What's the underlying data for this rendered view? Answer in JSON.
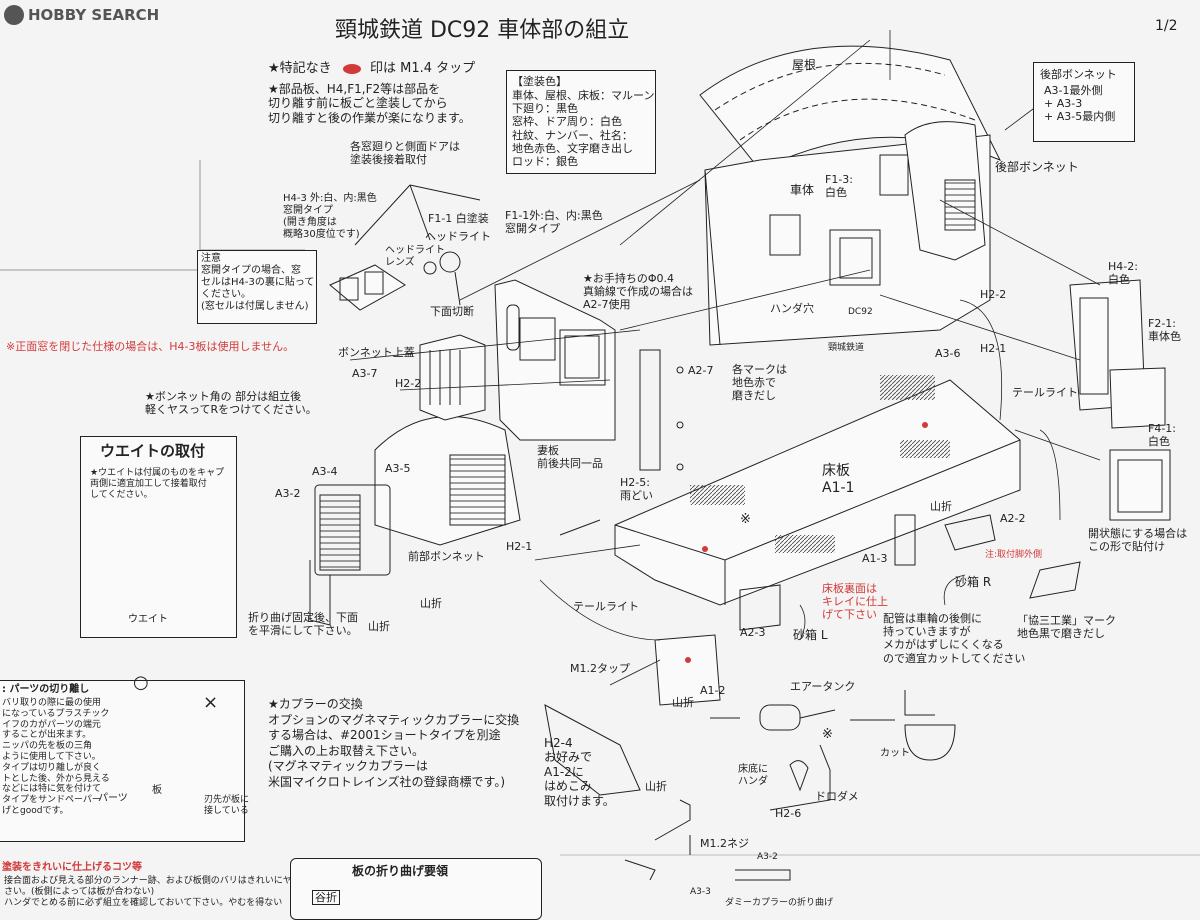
{
  "header": {
    "logo_text": "HOBBY SEARCH",
    "title": "頸城鉄道 DC92 車体部の組立",
    "page_number": "1/2"
  },
  "notes": {
    "tap_note_pre": "★特記なき",
    "tap_note_post": "印は M1.4 タップ",
    "paint_note": "★部品板、H4,F1,F2等は部品を\n切り離す前に板ごと塗装してから\n切り離すと後の作業が楽になります。",
    "front_window_note": "※正面窓を閉じた仕様の場合は、H4-3板は使用しません。",
    "warn_note": "注意\n窓開タイプの場合、窓\nセルはH4-3の裏に貼って\nください。\n(窓セルは付属しません)",
    "window_door_note": "各窓廻りと側面ドアは\n塗装後接着取付",
    "bonnet_corner_note": "★ボンネット角の          部分は組立後\n軽くヤスってRをつけてください。",
    "floor_underside_note": "床板裏面は\nキレイに仕上\nげて下さい",
    "attach_outer_note": "注:取付脚外側",
    "piping_note": "配管は車輪の後側に\n持っていきますが\nメカがはずしにくくなる\nので適宜カットしてください",
    "open_state_note": "開状態にする場合は\nこの形で貼付け",
    "kyozo_note": "「協三工業」マーク\n地色黒で磨きだし",
    "marks_note": "各マークは\n地色赤で\n磨きだし",
    "wire_note": "★お手持ちのΦ0.4\n真鍮線で作成の場合は\nA2-7使用",
    "bend_note": "折り曲げ固定後、下面\nを平滑にして下さい。",
    "h2_4_note": "H2-4\nお好みで\nA1-2に\nはめこみ\n取付けます。",
    "coupler_note": "★カプラーの交換\nオプションのマグネマティックカプラーに交換\nする場合は、#2001ショートタイプを別途\nご購入の上お取替え下さい。\n(マグネマティックカプラーは\n米国マイクロトレインズ社の登録商標です。)"
  },
  "paint_colors": {
    "heading": "【塗装色】",
    "lines": "車体、屋根、床板：マルーン\n下廻り：黒色\n窓枠、ドア周り：白色\n社紋、ナンバー、社名：\n地色赤色、文字磨き出し\nロッド：銀色"
  },
  "rear_bonnet_box": {
    "title": "後部ボンネット",
    "lines": "A3-1最外側\n+ A3-3\n+ A3-5最内側"
  },
  "weight_box": {
    "title": "ウエイトの取付",
    "note": "★ウエイトは付属のものをキャプ\n両側に適宜加工して接着取付\nしてください。",
    "weight_label": "ウエイト"
  },
  "parts_cut_box": {
    "title": ": パーツの切り離し",
    "lines": "バリ取りの際に最の使用\nになっているプラスチック\nイフのカがパーツの端元\nすることが出来ます。\nニッパの先を板の三角\nように使用して下さい。\nタイプは切り離しが良く\nトとした後、外から見える\nなどには特に気を付けて\nタイプをサンドペーパー\nげとgoodです。",
    "mark_o": "○",
    "mark_x": "×",
    "parts_label": "パーツ",
    "board_label": "板",
    "blade_label": "刃先が板に\n接している"
  },
  "finish_box": {
    "title": "塗装をきれいに仕上げるコツ等",
    "lines": "接合面および見える部分のランナー跡、および板側のバリはきれいにヤスって\nさい。(板側によっては板が合わない)\nハンダでとめる前に必ず組立を確認しておいて下さい。やむを得ない"
  },
  "bend_box": {
    "title": "板の折り曲げ要領",
    "valley_label": "谷折"
  },
  "labels": {
    "roof": "屋根",
    "body": "車体",
    "rear_bonnet": "後部ボンネット",
    "f1_3": "F1-3:\n白色",
    "h4_3": "H4-3 外:白、内:黒色\n窓開タイプ\n(開き角度は\n概略30度位です)",
    "f1_1_white": "F1-1 白塗装",
    "f1_1_win": "F1-1外:白、内:黒色\n窓開タイプ",
    "headlight": "ヘッドライト",
    "headlight_lens": "ヘッドライト\nレンズ",
    "bottom_cut": "下面切断",
    "bonnet_top_cover": "ボンネット上蓋",
    "a3_7": "A3-7",
    "h2_2_a": "H2-2",
    "h2_2_b": "H2-2",
    "h2_1_a": "H2-1",
    "h2_1_b": "H2-1",
    "a3_4": "A3-4",
    "a3_5": "A3-5",
    "a3_2": "A3-2",
    "a3_6": "A3-6",
    "front_bonnet": "前部ボンネット",
    "mountain_fold_1": "山折",
    "mountain_fold_2": "山折",
    "mountain_fold_3": "山折",
    "mountain_fold_4": "山折",
    "mountain_fold_5": "山折",
    "a2_7": "A2-7",
    "h2_5": "H2-5:\n雨どい",
    "front_rear_common": "妻板\n前後共同一品",
    "solder_hole": "ハンダ穴",
    "company_name": "頸城鉄道",
    "dc92": "DC92",
    "floor": "床板\nA1-1",
    "tail_light_left": "テールライト",
    "tail_light_right": "テールライト",
    "a2_2": "A2-2",
    "a1_3": "A1-3",
    "sandbox_r": "砂箱 R",
    "sandbox_l": "砂箱 L",
    "a2_3": "A2-3",
    "m1_2_tap": "M1.2タップ",
    "a1_2": "A1-2",
    "air_tank": "エアータンク",
    "solder_to_floor": "床底に\nハンダ",
    "drain_cock": "ドロダメ",
    "h2_6": "H2-6",
    "cut": "カット",
    "m1_2_screw": "M1.2ネジ",
    "a3_2_small": "A3-2",
    "a3_3_small": "A3-3",
    "dummy_coupler": "ダミーカプラーの折り曲げ",
    "h4_2": "H4-2:\n白色",
    "f2_1": "F2-1:\n車体色",
    "f4_1": "F4-1:\n白色",
    "asterisk_1": "※",
    "asterisk_2": "※"
  },
  "colors": {
    "ink": "#222222",
    "accent_red": "#d23a3a",
    "paper": "#f4f4f4"
  }
}
